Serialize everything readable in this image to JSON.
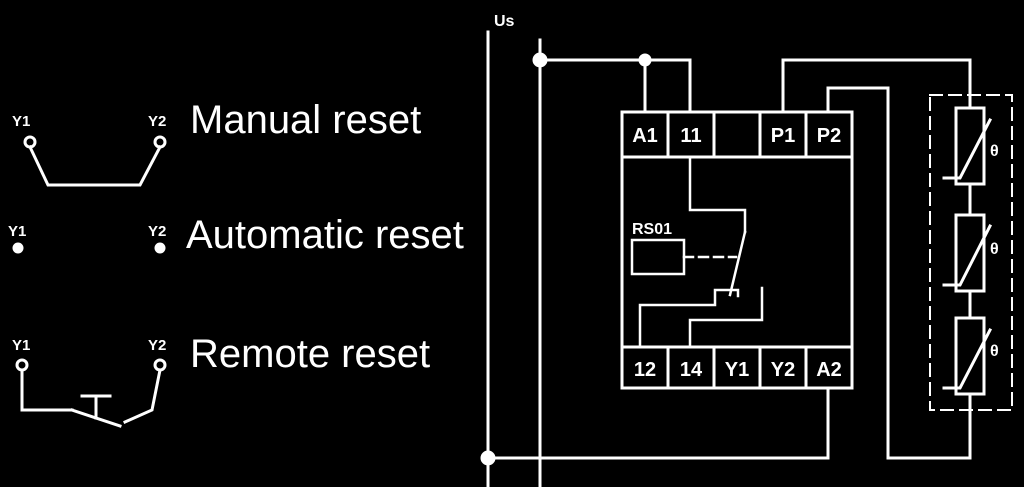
{
  "reset_modes": [
    {
      "label": "Manual reset",
      "t1": "Y1",
      "t2": "Y2"
    },
    {
      "label": "Automatic reset",
      "t1": "Y1",
      "t2": "Y2"
    },
    {
      "label": "Remote reset",
      "t1": "Y1",
      "t2": "Y2"
    }
  ],
  "supply_label": "Us",
  "relay": {
    "name": "RS01",
    "top_terminals": [
      "A1",
      "11",
      "",
      "P1",
      "P2"
    ],
    "bottom_terminals": [
      "12",
      "14",
      "Y1",
      "Y2",
      "A2"
    ]
  },
  "sensor_symbol": "θ",
  "colors": {
    "background": "#000000",
    "ink": "#ffffff"
  }
}
